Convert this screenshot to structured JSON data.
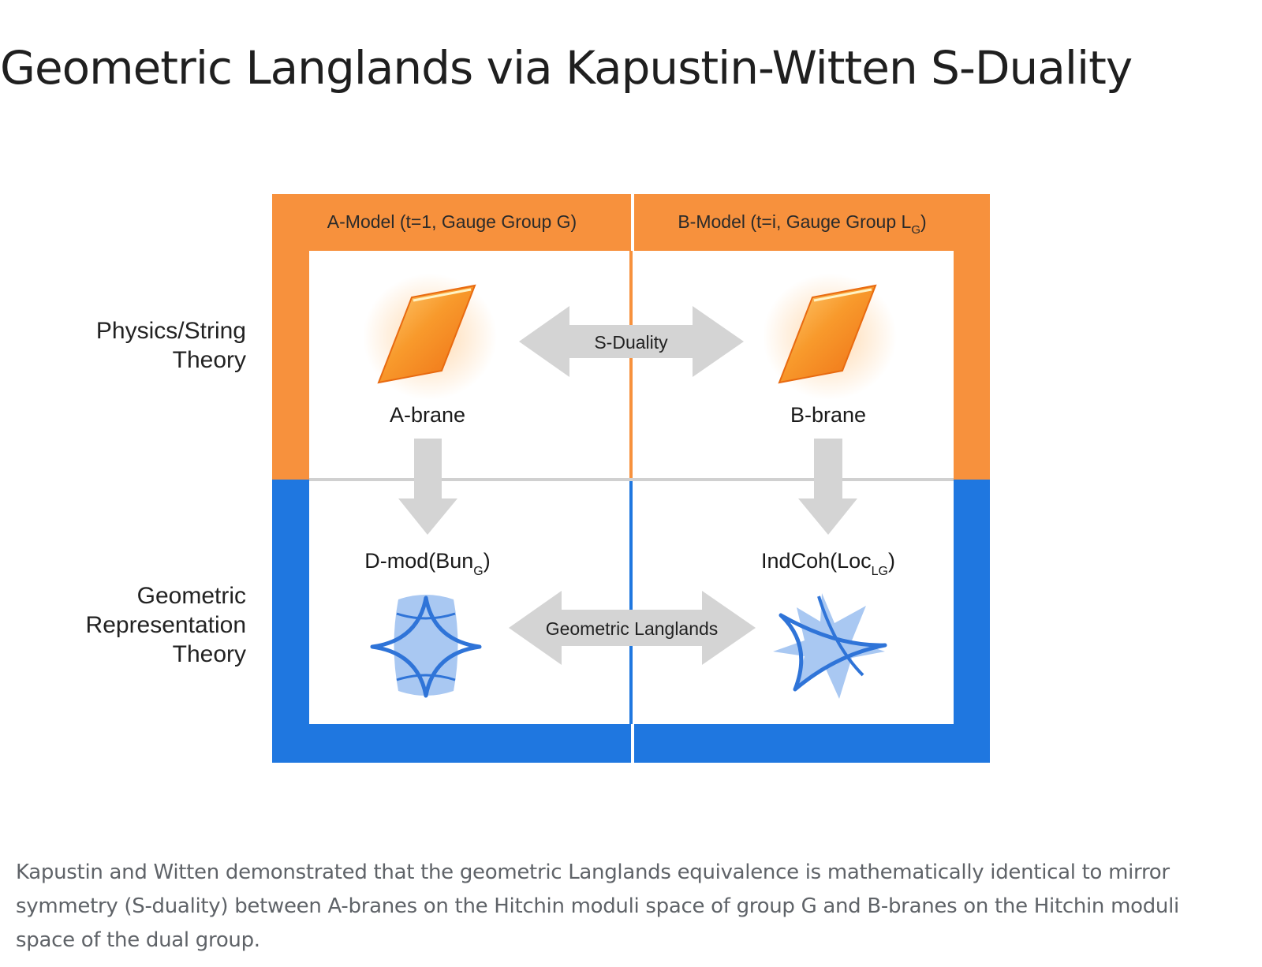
{
  "title": "Geometric Langlands via Kapustin-Witten S-Duality",
  "columns": {
    "a_model": "A-Model (t=1, Gauge Group G)",
    "b_model_prefix": "B-Model (t=i, Gauge Group L",
    "b_model_sub": "G",
    "b_model_suffix": ")"
  },
  "rows": {
    "physics": "Physics/String\nTheory",
    "geometric": "Geometric\nRepresentation\nTheory"
  },
  "nodes": {
    "a_brane": "A-brane",
    "b_brane": "B-brane",
    "dmod_prefix": "D-mod(Bun",
    "dmod_sub": "G",
    "dmod_suffix": ")",
    "indcoh_prefix": "IndCoh(Loc",
    "indcoh_sub": "LG",
    "indcoh_suffix": ")"
  },
  "arrows": {
    "s_duality": "S-Duality",
    "geometric_langlands": "Geometric Langlands"
  },
  "caption": "Kapustin and Witten demonstrated that the geometric Langlands equivalence is mathematically identical to mirror symmetry (S-duality) between A-branes on the Hitchin moduli space of group G and B-branes on the Hitchin moduli space of the dual group.",
  "colors": {
    "physics_band": "#f7913d",
    "geometry_band": "#1f77e0",
    "arrow_gray": "#d4d4d4",
    "brane_orange": "#f59a2a",
    "shape_blue": "#2f74d8"
  }
}
